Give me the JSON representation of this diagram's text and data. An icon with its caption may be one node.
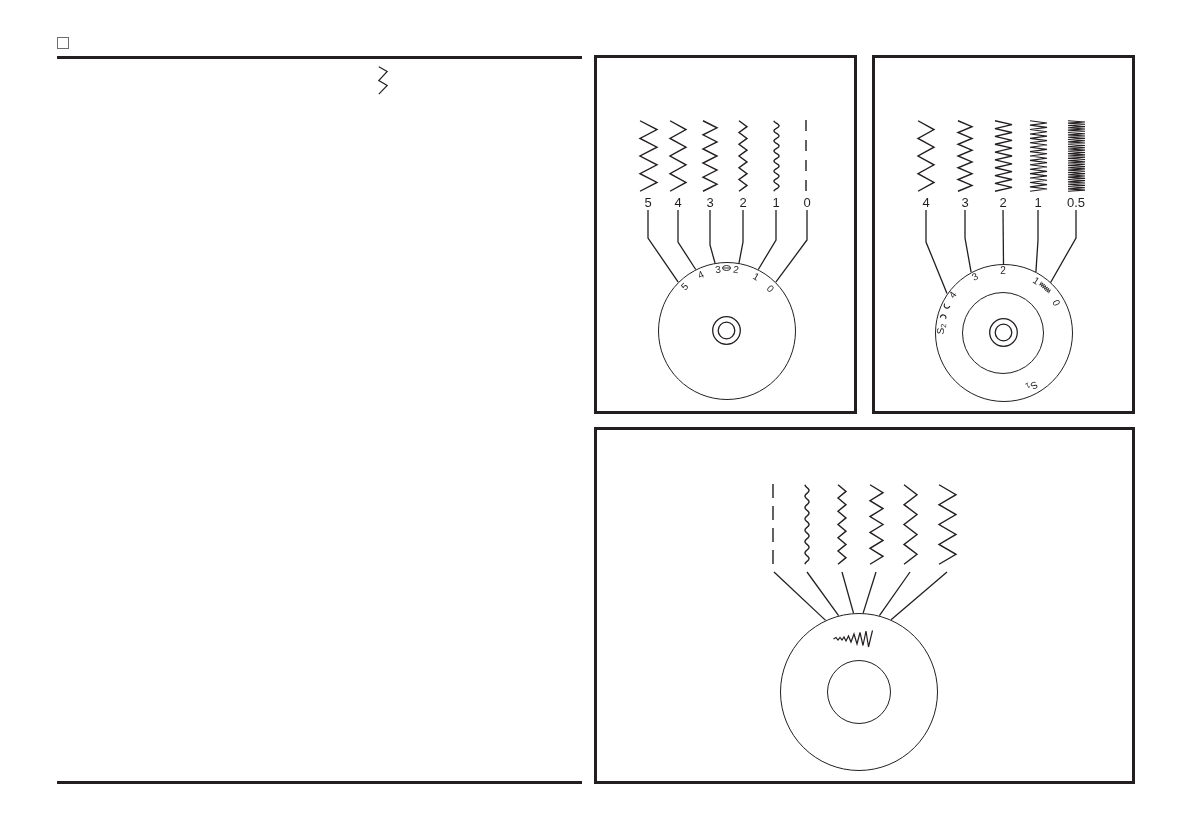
{
  "diagram": {
    "nodes": [
      {
        "text": [],
        "shape": "box"
      },
      {
        "text": [
          "5"
        ],
        "in": 0
      },
      {
        "text": [
          "4"
        ],
        "in": 0
      },
      {
        "text": [
          "3"
        ],
        "in": 0
      },
      {
        "text": [
          "2"
        ],
        "in": 0
      },
      {
        "text": [
          "1"
        ],
        "in": 0
      },
      {
        "text": [
          "0"
        ],
        "in": 0
      },
      {
        "text": [
          "5",
          "4",
          "3",
          "2",
          "1",
          "0"
        ],
        "in": 0
      },
      {
        "text": [],
        "shape": "box"
      },
      {
        "text": [
          "4"
        ],
        "in": 8
      },
      {
        "text": [
          "3"
        ],
        "in": 8
      },
      {
        "text": [
          "2"
        ],
        "in": 8
      },
      {
        "text": [
          "1"
        ],
        "in": 8
      },
      {
        "text": [
          "0.5"
        ],
        "in": 8
      },
      {
        "text": [
          "S$_{2}$",
          "4",
          "3",
          "2",
          "1",
          "0",
          "S$_{1}$"
        ],
        "in": 8
      },
      {
        "text": [],
        "shape": "box"
      },
      {
        "text": [],
        "shape": "picture",
        "in": 15
      },
      {
        "text": [],
        "shape": "picture",
        "in": 15
      },
      {
        "text": [],
        "shape": "picture",
        "in": 15
      },
      {
        "text": [],
        "shape": "picture",
        "in": 15
      },
      {
        "text": [],
        "shape": "picture",
        "in": 15
      },
      {
        "text": [],
        "shape": "picture",
        "in": 15
      },
      {
        "text": [],
        "shape": "circle",
        "in": 15
      }
    ],
    "edges": [
      {
        "from": 1,
        "to": 7,
        "arrow": "none"
      },
      {
        "from": 2,
        "to": 7,
        "arrow": "none"
      },
      {
        "from": 3,
        "to": 7,
        "arrow": "none"
      },
      {
        "from": 4,
        "to": 7,
        "arrow": "none"
      },
      {
        "from": 5,
        "to": 7,
        "arrow": "none"
      },
      {
        "from": 6,
        "to": 7,
        "arrow": "none"
      },
      {
        "from": 9,
        "to": 14,
        "arrow": "none"
      },
      {
        "from": 10,
        "to": 14,
        "arrow": "none"
      },
      {
        "from": 11,
        "to": 14,
        "arrow": "none"
      },
      {
        "from": 12,
        "to": 14,
        "arrow": "none"
      },
      {
        "from": 13,
        "to": 14,
        "arrow": "none"
      },
      {
        "from": 16,
        "to": 22,
        "arrow": "none"
      },
      {
        "from": 17,
        "to": 22,
        "arrow": "none"
      },
      {
        "from": 18,
        "to": 22,
        "arrow": "none"
      },
      {
        "from": 19,
        "to": 22,
        "arrow": "none"
      },
      {
        "from": 20,
        "to": 22,
        "arrow": "none"
      },
      {
        "from": 21,
        "to": 22,
        "arrow": "none"
      }
    ]
  }
}
